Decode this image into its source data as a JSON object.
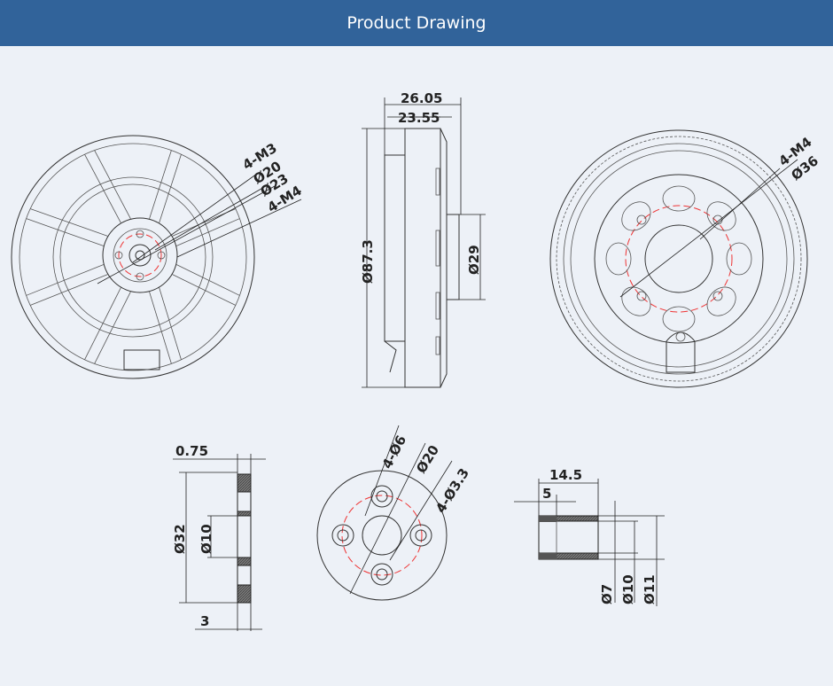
{
  "header": {
    "title": "Product Drawing"
  },
  "front_view": {
    "labels": [
      "4-M3",
      "Ø20",
      "Ø23",
      "4-M4"
    ]
  },
  "side_view": {
    "labels": {
      "overall_length": "26.05",
      "body_length": "23.55",
      "diameter": "Ø87.3",
      "shaft_diameter": "Ø29"
    }
  },
  "rear_view": {
    "labels": [
      "4-M4",
      "Ø36"
    ]
  },
  "washer": {
    "labels": {
      "thickness": "0.75",
      "outer": "Ø32",
      "inner": "Ø10",
      "width": "3"
    }
  },
  "flange": {
    "labels": [
      "4-Ø6",
      "Ø20",
      "4-Ø3.3"
    ]
  },
  "bushing": {
    "labels": {
      "length": "14.5",
      "step": "5",
      "d1": "Ø7",
      "d2": "Ø10",
      "d3": "Ø11"
    }
  },
  "colors": {
    "header": "#31639a",
    "background": "#edf1f7",
    "centerline": "#ee3333"
  }
}
